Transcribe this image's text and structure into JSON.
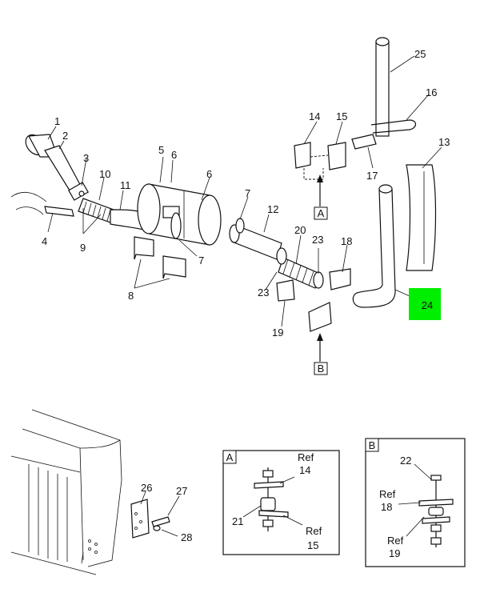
{
  "callouts": {
    "c1": "1",
    "c2": "2",
    "c3": "3",
    "c4": "4",
    "c5": "5",
    "c6a": "6",
    "c6b": "6",
    "c7a": "7",
    "c7b": "7",
    "c8": "8",
    "c9": "9",
    "c10": "10",
    "c11": "11",
    "c12": "12",
    "c13": "13",
    "c14": "14",
    "c15": "15",
    "c16": "16",
    "c17": "17",
    "c18": "18",
    "c19": "19",
    "c20": "20",
    "c23a": "23",
    "c23b": "23",
    "c24": "24",
    "c25": "25",
    "c26": "26",
    "c27": "27",
    "c28": "28"
  },
  "view_flags": {
    "a": "A",
    "b": "B"
  },
  "detail_a": {
    "tag": "A",
    "ref14": {
      "ref": "Ref",
      "num": "14"
    },
    "ref15": {
      "ref": "Ref",
      "num": "15"
    },
    "c21": "21"
  },
  "detail_b": {
    "tag": "B",
    "c22": "22",
    "ref18": {
      "ref": "Ref",
      "num": "18"
    },
    "ref19": {
      "ref": "Ref",
      "num": "19"
    }
  },
  "colors": {
    "highlight": "#00ee00",
    "line": "#111111"
  },
  "highlighted_part": "24"
}
